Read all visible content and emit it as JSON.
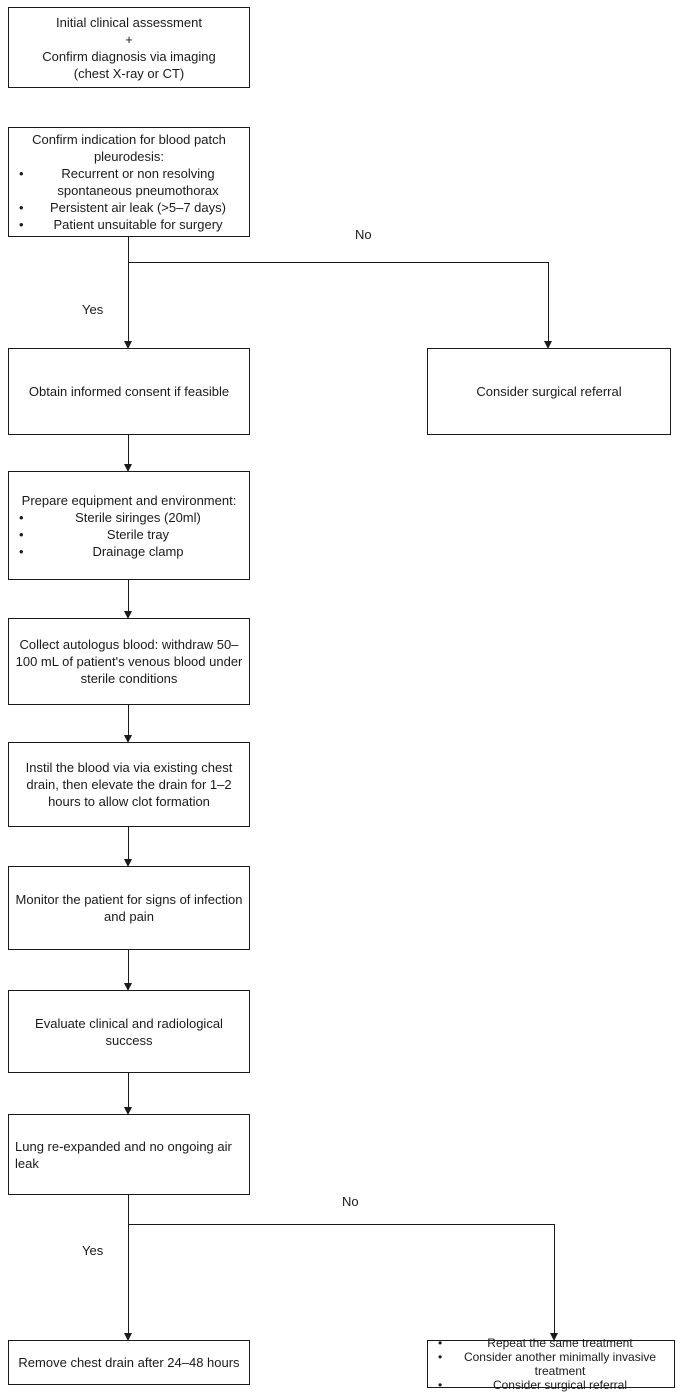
{
  "nodes": {
    "assessment": {
      "lines": [
        "Initial clinical assessment",
        "+",
        "Confirm diagnosis via imaging",
        "(chest X-ray or CT)"
      ]
    },
    "indication": {
      "heading": "Confirm indication for blood patch pleurodesis:",
      "bullets": [
        "Recurrent or non resolving spontaneous pneumothorax",
        "Persistent air leak (>5–7 days)",
        "Patient unsuitable for surgery"
      ]
    },
    "consent": {
      "text": "Obtain informed consent if feasible"
    },
    "surgical_referral": {
      "text": "Consider surgical referral"
    },
    "equipment": {
      "heading": "Prepare equipment and environment:",
      "bullets": [
        "Sterile siringes (20ml)",
        "Sterile tray",
        "Drainage clamp"
      ]
    },
    "collect_blood": {
      "text": "Collect autologus blood: withdraw 50–100 mL of patient's venous blood under sterile conditions"
    },
    "instil": {
      "text": "Instil the blood via via existing chest drain, then elevate the drain for 1–2 hours to allow clot formation"
    },
    "monitor": {
      "text": "Monitor the patient for signs of infection and pain"
    },
    "evaluate": {
      "text": "Evaluate clinical and radiological success"
    },
    "lung_check": {
      "text": "Lung re-expanded and no ongoing air leak"
    },
    "remove_drain": {
      "text": "Remove chest drain after 24–48 hours"
    },
    "failure_options": {
      "bullets": [
        "Repeat the same treatment",
        "Consider another minimally invasive treatment",
        "Consider surgical referral"
      ]
    }
  },
  "labels": {
    "branch1_yes": "Yes",
    "branch1_no": "No",
    "branch2_yes": "Yes",
    "branch2_no": "No"
  }
}
